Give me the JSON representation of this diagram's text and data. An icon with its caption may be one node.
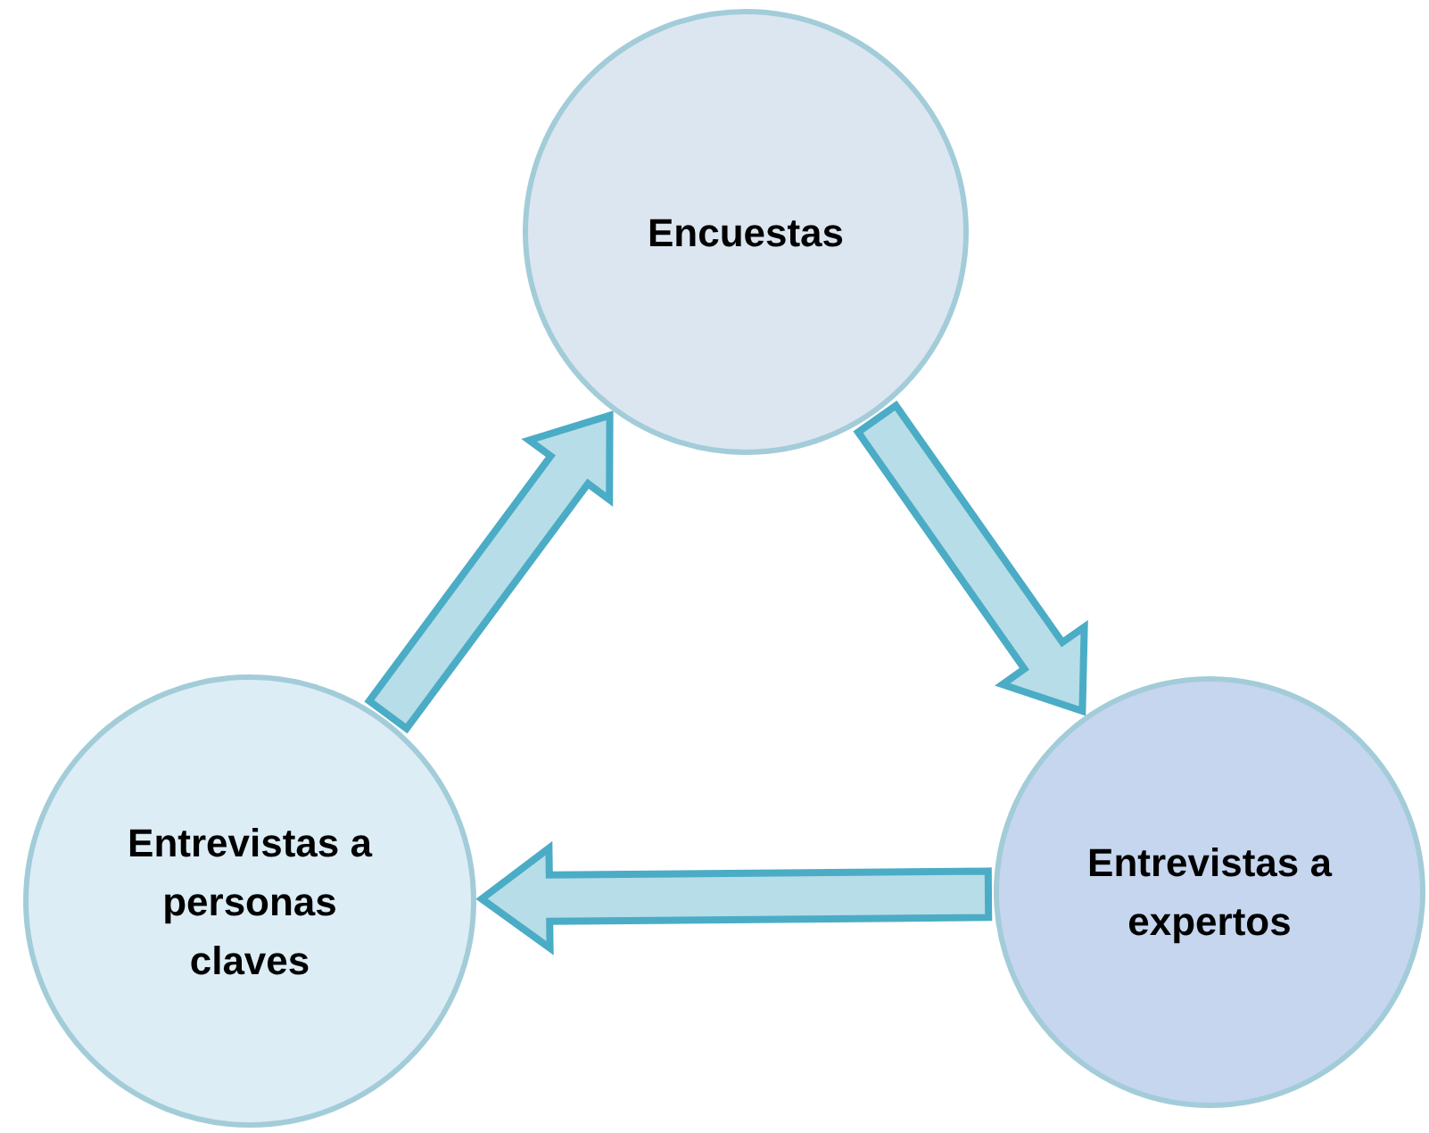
{
  "diagram": {
    "nodes": [
      {
        "text": [
          "Encuestas"
        ]
      },
      {
        "text": [
          "Entrevistas a expertos"
        ]
      },
      {
        "text": [
          "Entrevistas a personas claves"
        ]
      }
    ],
    "edges": [
      {
        "from": 0,
        "to": 1,
        "arrow": "to"
      },
      {
        "from": 1,
        "to": 2,
        "arrow": "to"
      },
      {
        "from": 2,
        "to": 0,
        "arrow": "to"
      }
    ]
  }
}
